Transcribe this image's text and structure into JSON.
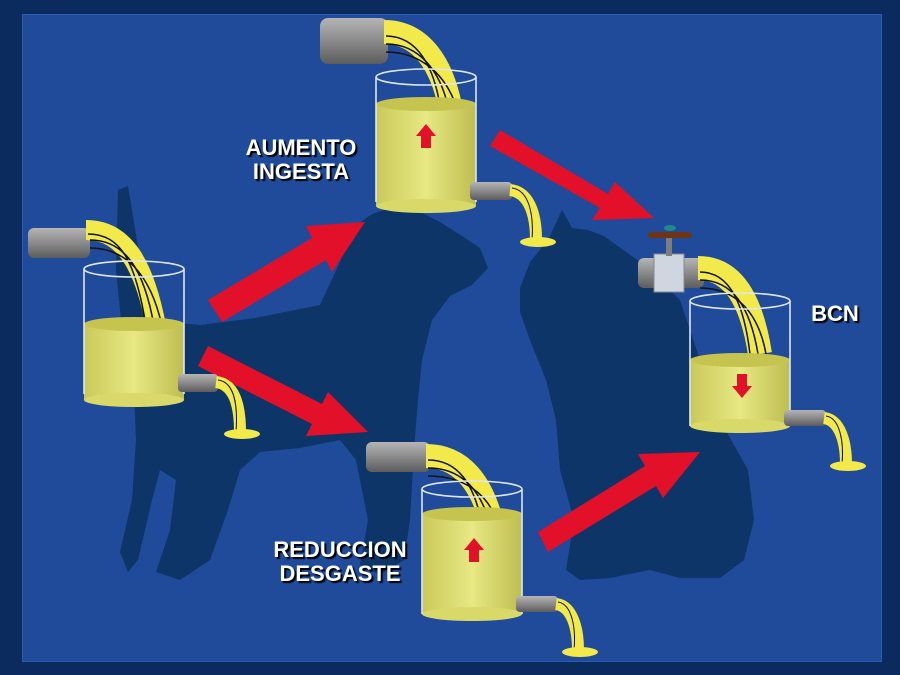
{
  "labels": {
    "increase_intake": [
      "AUMENTO",
      "INGESTA"
    ],
    "reduce_wear": [
      "REDUCCION",
      "DESGASTE"
    ],
    "balance": "BCN"
  },
  "colors": {
    "background": "#1f4b9a",
    "frame": "#0b2a5e",
    "silhouette": "#0d3568",
    "arrow": "#e3102a",
    "liquid": "#d9d96a",
    "pipe": "#8a8a8a",
    "stream": "#f2e94a"
  },
  "icons": {
    "dog": "dog-silhouette",
    "cat": "cat-silhouette",
    "tank": "tank-icon",
    "faucet": "faucet-icon"
  }
}
